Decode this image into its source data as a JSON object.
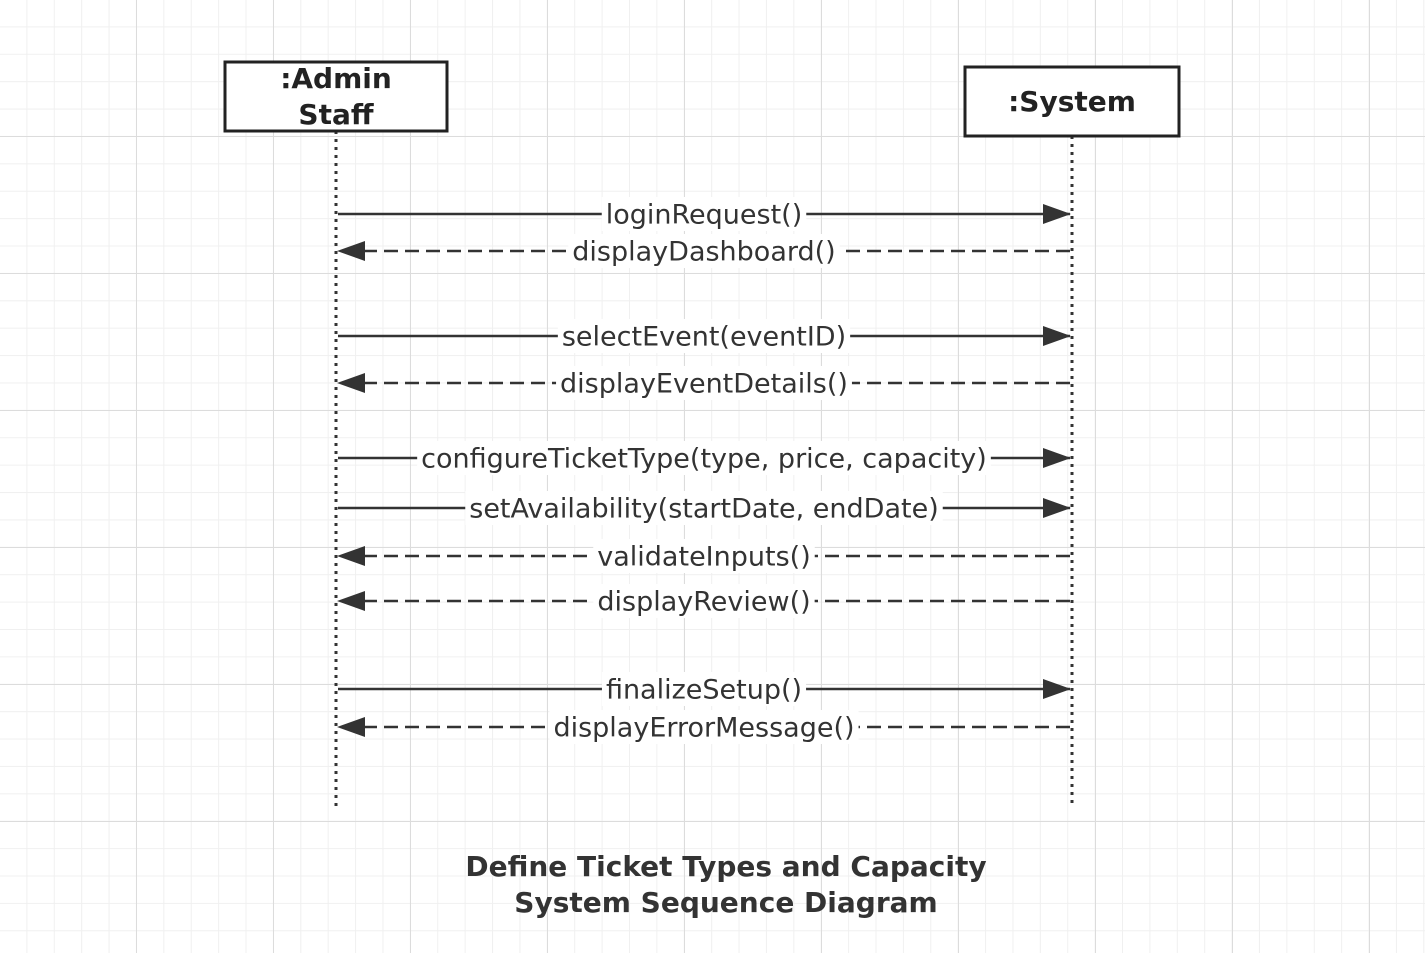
{
  "diagram": {
    "type": "sequence",
    "lifelines": [
      {
        "id": "admin",
        "name_lines": [
          ":Admin",
          "Staff"
        ]
      },
      {
        "id": "system",
        "name_lines": [
          ":System"
        ]
      }
    ],
    "messages": [
      {
        "label": "loginRequest()",
        "from": "admin",
        "to": "system",
        "kind": "sync"
      },
      {
        "label": "displayDashboard()",
        "from": "system",
        "to": "admin",
        "kind": "return"
      },
      {
        "label": "selectEvent(eventID)",
        "from": "admin",
        "to": "system",
        "kind": "sync"
      },
      {
        "label": "displayEventDetails()",
        "from": "system",
        "to": "admin",
        "kind": "return"
      },
      {
        "label": "configureTicketType(type, price, capacity)",
        "from": "admin",
        "to": "system",
        "kind": "sync"
      },
      {
        "label": "setAvailability(startDate, endDate)",
        "from": "admin",
        "to": "system",
        "kind": "sync"
      },
      {
        "label": "validateInputs()",
        "from": "system",
        "to": "admin",
        "kind": "return"
      },
      {
        "label": "displayReview()",
        "from": "system",
        "to": "admin",
        "kind": "return"
      },
      {
        "label": "finalizeSetup()",
        "from": "admin",
        "to": "system",
        "kind": "sync"
      },
      {
        "label": "displayErrorMessage()",
        "from": "system",
        "to": "admin",
        "kind": "return"
      }
    ]
  },
  "title": {
    "line1": "Define Ticket Types and Capacity",
    "line2": "System Sequence Diagram"
  },
  "colors": {
    "line": "#333333",
    "border": "#222222",
    "text": "#333333",
    "grid": "#dcdcdc"
  }
}
